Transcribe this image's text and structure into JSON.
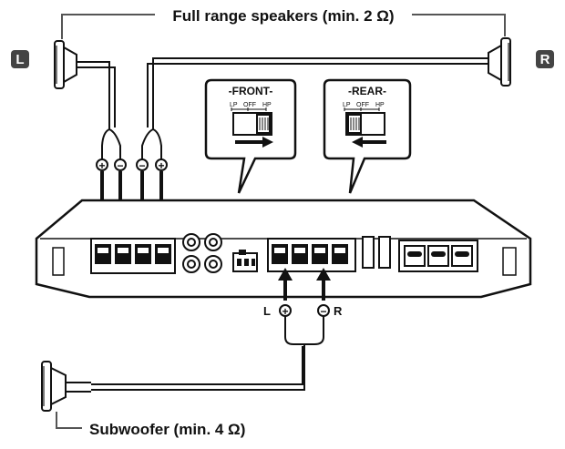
{
  "labels": {
    "full_range": "Full range speakers (min. 2 Ω)",
    "subwoofer": "Subwoofer (min. 4 Ω)",
    "left_badge": "L",
    "right_badge": "R",
    "sub_left": "L",
    "sub_right": "R"
  },
  "switches": {
    "front": {
      "title": "-FRONT-",
      "lp": "LP",
      "off": "OFF",
      "hp": "HP",
      "setting": "HP"
    },
    "rear": {
      "title": "-REAR-",
      "lp": "LP",
      "off": "OFF",
      "hp": "HP",
      "setting": "LP"
    }
  },
  "terminals": {
    "front_polarity": [
      "+",
      "−",
      "−",
      "+"
    ],
    "sub_polarity": [
      "+",
      "−"
    ]
  },
  "colors": {
    "line": "#111111",
    "amp_body": "#ffffff",
    "badge": "#444444"
  }
}
